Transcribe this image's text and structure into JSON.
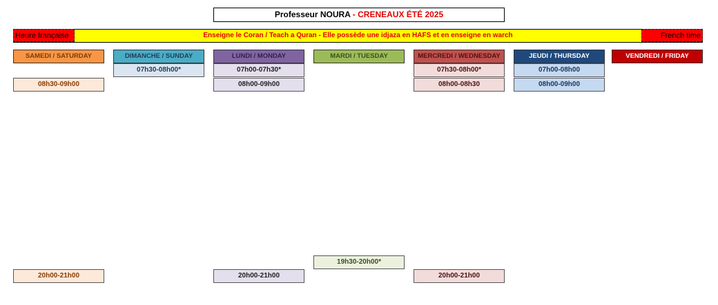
{
  "header": {
    "teacher": "Professeur NOURA",
    "separator": " - ",
    "period": "CRENEAUX ÉTÉ 2025"
  },
  "banner": {
    "left": "Heure française",
    "center": "Enseigne le Coran  / Teach a Quran - Elle possède une idjaza en HAFS et en enseigne en warch",
    "right": "French time"
  },
  "days": [
    {
      "label": "SAMEDI / SATURDAY",
      "color": "#f79646"
    },
    {
      "label": "DIMANCHE / SUNDAY",
      "color": "#4bacc6"
    },
    {
      "label": "LUNDI / MONDAY",
      "color": "#8064a2"
    },
    {
      "label": "MARDI / TUESDAY",
      "color": "#9bbb59"
    },
    {
      "label": "MERCREDI / WEDNESDAY",
      "color": "#c0504d"
    },
    {
      "label": "JEUDI / THURSDAY",
      "color": "#1f497d"
    },
    {
      "label": "VENDREDI / FRIDAY",
      "color": "#c00000"
    }
  ],
  "slots": {
    "saturday": [
      "08h30-09h00",
      "20h00-21h00"
    ],
    "sunday": [
      "07h30-08h00*"
    ],
    "monday": [
      "07h00-07h30*",
      "08h00-09h00",
      "20h00-21h00"
    ],
    "tuesday": [
      "19h30-20h00*"
    ],
    "wednesday": [
      "07h30-08h00*",
      "08h00-08h30",
      "20h00-21h00"
    ],
    "thursday": [
      "07h00-08h00",
      "08h00-09h00"
    ]
  }
}
